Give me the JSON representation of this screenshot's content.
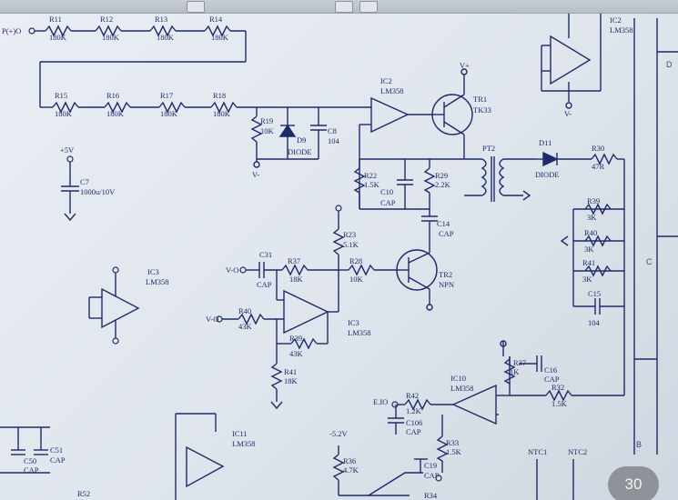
{
  "zones": {
    "right_top": "D",
    "right_mid": "C",
    "right_low": "B"
  },
  "zoom_label": "30",
  "labels": {
    "pin": "P(+)O",
    "r11": "R11",
    "r11v": "180K",
    "r12": "R12",
    "r12v": "180K",
    "r13": "R13",
    "r13v": "180K",
    "r14": "R14",
    "r14v": "180K",
    "r15": "R15",
    "r15v": "180K",
    "r16": "R16",
    "r16v": "180K",
    "r17": "R17",
    "r17v": "180K",
    "r18": "R18",
    "r18v": "180K",
    "r19": "R19",
    "r19v": "10K",
    "d9": "D9",
    "d9v": "DIODE",
    "c8": "C8",
    "c8v": "104",
    "ic2": "IC2",
    "ic2v": "LM358",
    "ic2b": "IC2",
    "ic2bv": "LM358",
    "tr1": "TR1",
    "tr1v": "TK33",
    "vplus1": "V+",
    "vminus1": "V-",
    "vminus2": "V-",
    "plus5": "+5V",
    "c7": "C7",
    "c7v": "1000u/10V",
    "r22": "R22",
    "r22v": "1.5K",
    "c10": "C10",
    "c10v": "CAP",
    "r29": "R29",
    "r29v": "2.2K",
    "pt2": "PT2",
    "d11": "D11",
    "d11v": "DIODE",
    "r30": "R30",
    "r30v": "47R",
    "c14": "C14",
    "c14v": "CAP",
    "r39": "R39",
    "r39v": "3K",
    "r40": "R40",
    "r40v": "3K",
    "r41": "R41",
    "r41v": "3K",
    "c15": "C15",
    "c15v": "104",
    "r23": "R23",
    "r23v": "5.1K",
    "c31": "C31",
    "c31v": "CAP",
    "r37": "R37",
    "r37v": "18K",
    "r28": "R28",
    "r28v": "10K",
    "tr2": "TR2",
    "tr2v": "NPN",
    "ic3": "IC3",
    "ic3v": "LM358",
    "ic3b": "IC3",
    "ic3bv": "LM358",
    "r40b": "R40",
    "r40bv": "43K",
    "r39b": "R39",
    "r39bv": "43K",
    "r41b": "R41",
    "r41bv": "18K",
    "vm3": "V-O",
    "vm4": "V-O",
    "r37b": "R37",
    "r37bv": "1K",
    "c16": "C16",
    "c16v": "CAP",
    "r32": "R32",
    "r32v": "1.5K",
    "ic10": "IC10",
    "ic10v": "LM358",
    "r42": "R42",
    "r42v": "1.2K",
    "c106": "C106",
    "c106v": "CAP",
    "r33": "R33",
    "r33v": "1.5K",
    "ic11": "IC11",
    "ic11v": "LM358",
    "c50": "C50",
    "c50v": "CAP",
    "c51": "C51",
    "c51v": "CAP",
    "r36": "R36",
    "r36v": "4.7K",
    "c19": "C19",
    "c19v": "CAP",
    "r34": "R34",
    "r52": "R52",
    "ntc1": "NTC1",
    "ntc2": "NTC2",
    "minus5": "-5.2V",
    "edo": "E.IO"
  }
}
